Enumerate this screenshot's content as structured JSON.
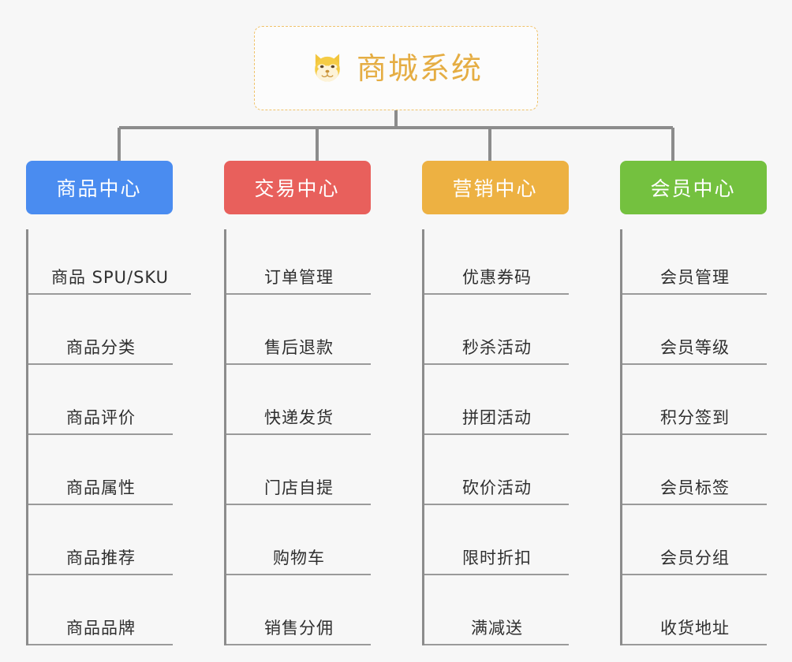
{
  "root": {
    "title": "商城系统",
    "icon": "shiba-dog-icon",
    "border_color": "#f0c26a",
    "title_color": "#e5ad43"
  },
  "connector_color": "#8c8c8c",
  "background_color": "#f7f7f7",
  "columns": [
    {
      "id": "product-center",
      "label": "商品中心",
      "color": "#4a8cf0",
      "items": [
        "商品 SPU/SKU",
        "商品分类",
        "商品评价",
        "商品属性",
        "商品推荐",
        "商品品牌"
      ]
    },
    {
      "id": "trade-center",
      "label": "交易中心",
      "color": "#e8605c",
      "items": [
        "订单管理",
        "售后退款",
        "快递发货",
        "门店自提",
        "购物车",
        "销售分佣"
      ]
    },
    {
      "id": "marketing-center",
      "label": "营销中心",
      "color": "#edb142",
      "items": [
        "优惠券码",
        "秒杀活动",
        "拼团活动",
        "砍价活动",
        "限时折扣",
        "满减送"
      ]
    },
    {
      "id": "member-center",
      "label": "会员中心",
      "color": "#74c13f",
      "items": [
        "会员管理",
        "会员等级",
        "积分签到",
        "会员标签",
        "会员分组",
        "收货地址"
      ]
    }
  ]
}
